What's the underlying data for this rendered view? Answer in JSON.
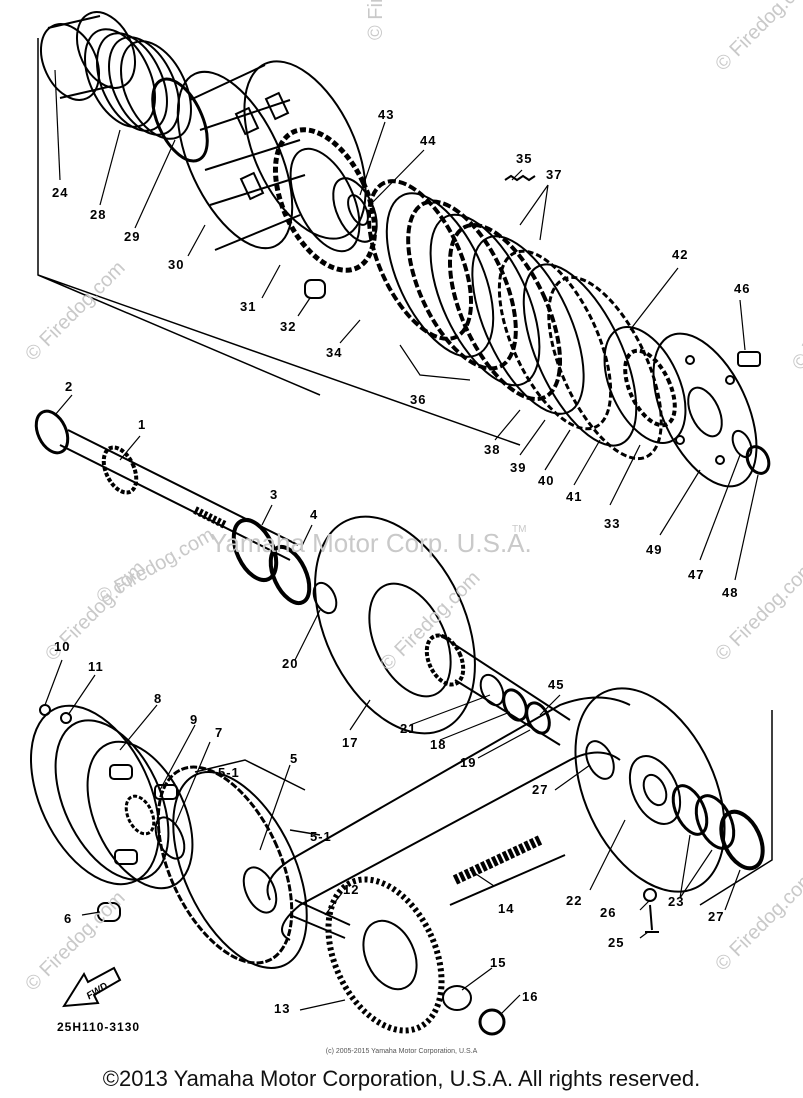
{
  "diagram": {
    "watermarks": [
      "© Firedog.com",
      "© Firedog.com",
      "© Firedog.com",
      "© Firedog.com",
      "© Firedog.com",
      "© Firedog.com",
      "© Firedog.com",
      "© Firedog.com",
      "© Firedog.com",
      "© Firedog.com"
    ],
    "center_watermark": "Yamaha Motor Corp. U.S.A.",
    "center_watermark_tm": "TM",
    "callouts": [
      "24",
      "28",
      "29",
      "30",
      "31",
      "32",
      "43",
      "44",
      "35",
      "37",
      "34",
      "36",
      "42",
      "46",
      "2",
      "1",
      "38",
      "39",
      "40",
      "41",
      "33",
      "49",
      "3",
      "4",
      "47",
      "48",
      "20",
      "17",
      "21",
      "18",
      "45",
      "19",
      "10",
      "11",
      "8",
      "9",
      "7",
      "5-1",
      "5",
      "5-1",
      "27",
      "22",
      "26",
      "23",
      "27",
      "25",
      "12",
      "14",
      "6",
      "13",
      "15",
      "16"
    ],
    "fwd_label": "FWD",
    "diagram_code": "25H110-3130",
    "small_copyright": "(c) 2005-2015 Yamaha Motor Corporation, U.S.A",
    "copyright": "©2013 Yamaha Motor Corporation, U.S.A. All rights reserved."
  }
}
